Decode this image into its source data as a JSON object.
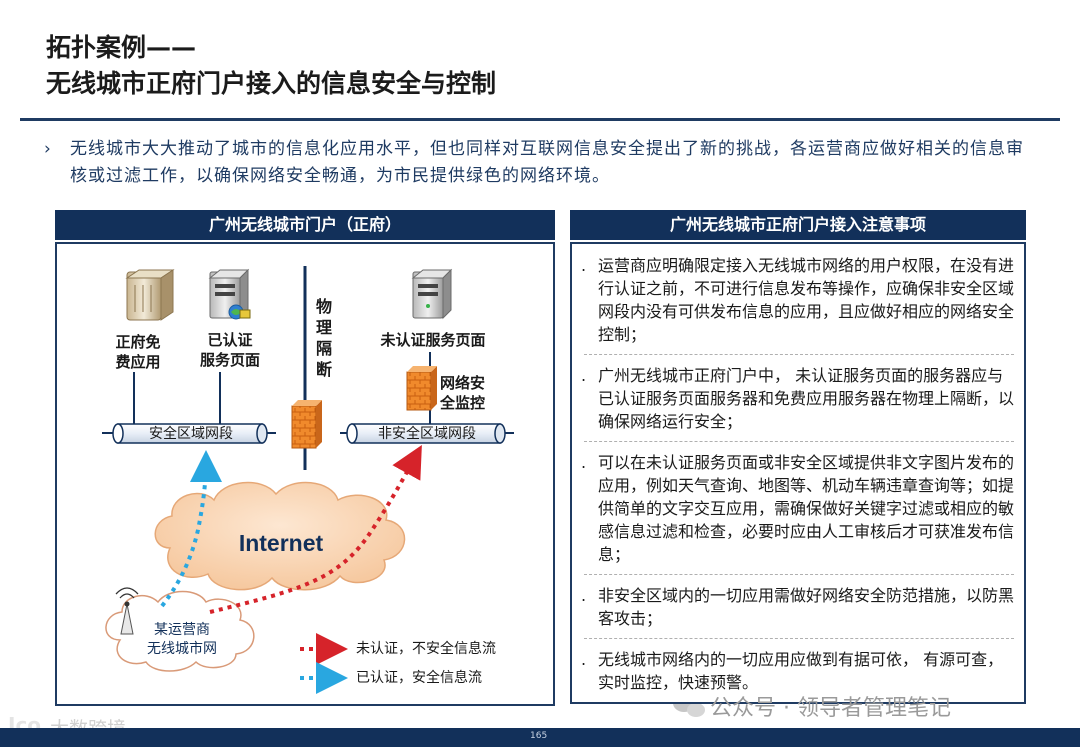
{
  "title": {
    "line1": "拓扑案例——",
    "line2": "无线城市正府门户接入的信息安全与控制"
  },
  "intro": {
    "bullet": "›",
    "text": "无线城市大大推动了城市的信息化应用水平，但也同样对互联网信息安全提出了新的挑战，各运营商应做好相关的信息审核或过滤工作，以确保网络安全畅通，为市民提供绿色的网络环境。"
  },
  "left_panel": {
    "header": "广州无线城市门户（正府）",
    "servers": {
      "free_app": "正府免\n费应用",
      "authenticated": "已认证\n服务页面",
      "unauthenticated": "未认证服务页面"
    },
    "isolation": "物\n理\n隔\n断",
    "monitor": "网络安\n全监控",
    "safe_zone": "安全区域网段",
    "unsafe_zone": "非安全区域网段",
    "internet": "Internet",
    "carrier": "某运营商\n无线城市网",
    "legend": {
      "unauth": "未认证，不安全信息流",
      "auth": "已认证，安全信息流"
    },
    "colors": {
      "unauth_flow": "#d6232a",
      "auth_flow": "#29a7e0",
      "navy": "#12305a",
      "firewall": "#f08a2c"
    }
  },
  "right_panel": {
    "header": "广州无线城市正府门户接入注意事项",
    "bullet": ".",
    "notes": [
      "运营商应明确限定接入无线城市网络的用户权限，在没有进行认证之前，不可进行信息发布等操作，应确保非安全区域网段内没有可供发布信息的应用，且应做好相应的网络安全控制；",
      "广州无线城市正府门户中， 未认证服务页面的服务器应与已认证服务页面服务器和免费应用服务器在物理上隔断，以确保网络运行安全；",
      "可以在未认证服务页面或非安全区域提供非文字图片发布的应用，例如天气查询、地图等、机动车辆违章查询等；如提供简单的文字交互应用，需确保做好关键字过滤或相应的敏感信息过滤和检查，必要时应由人工审核后才可获准发布信息；",
      "非安全区域内的一切应用需做好网络安全防范措施，以防黑客攻击；",
      "无线城市网络内的一切应用应做到有据可依， 有源可查， 实时监控，快速预警。"
    ]
  },
  "watermarks": {
    "wechat": "公众号 · 领导者管理笔记",
    "logo": "大数跨境"
  },
  "page_number": "165"
}
